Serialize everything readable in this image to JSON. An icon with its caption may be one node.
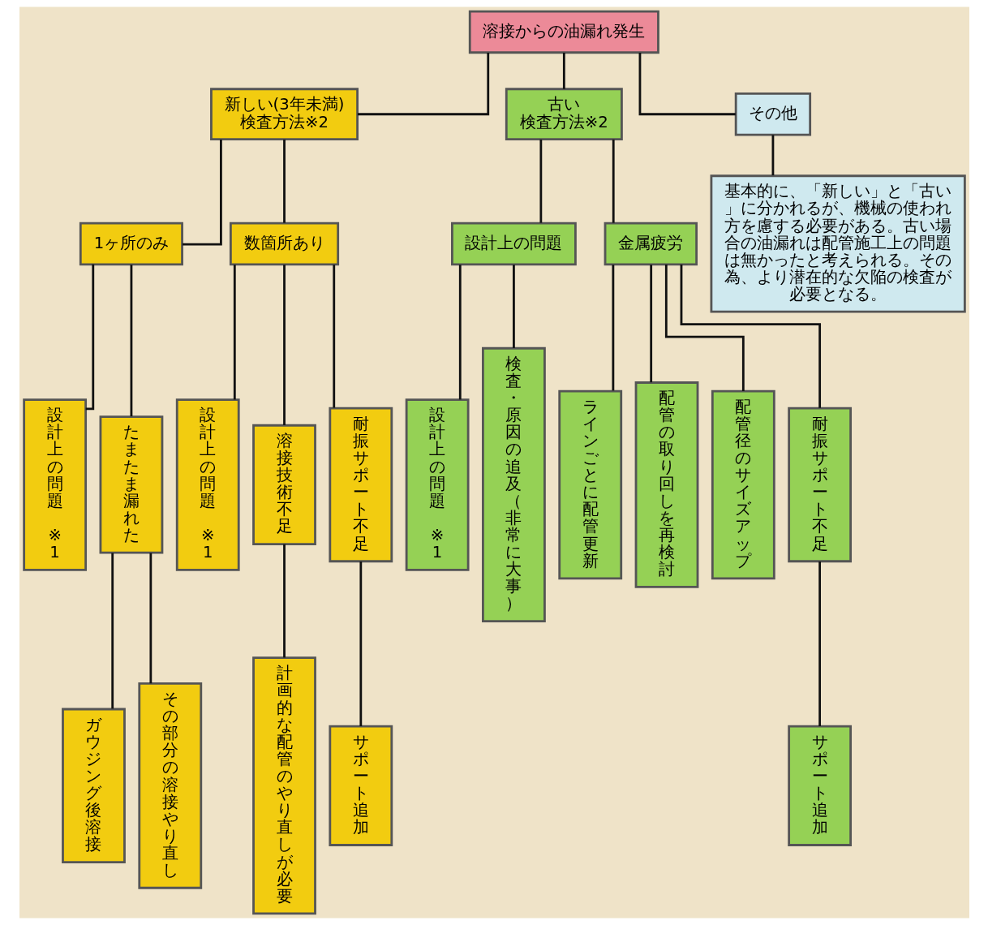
{
  "diagram": {
    "nodes": [
      {
        "text": [
          "溶接からの油漏れ発生"
        ]
      },
      {
        "text": [
          "新しい(3年未満)検査方法※2"
        ]
      },
      {
        "text": [
          "古い検査方法※2"
        ]
      },
      {
        "text": [
          "その他"
        ]
      },
      {
        "text": [
          "1ヶ所のみ"
        ]
      },
      {
        "text": [
          "数箇所あり"
        ]
      },
      {
        "text": [
          "設計上の問題"
        ]
      },
      {
        "text": [
          "金属疲労"
        ]
      },
      {
        "text": [
          "基本的に、「新しい」と「古い」に分かれるが、機械の使われ方を慮する必要がある。古い場合の油漏れは配管施工上の問題は無かったと考えられる。その為、より潜在的な欠陥の検査が必要となる。"
        ]
      },
      {
        "text": [
          "設計上の問題 ※1"
        ]
      },
      {
        "text": [
          "たまたま漏れた"
        ]
      },
      {
        "text": [
          "設計上の問題 ※1"
        ]
      },
      {
        "text": [
          "溶接技術不足"
        ]
      },
      {
        "text": [
          "耐振サポート不足"
        ]
      },
      {
        "text": [
          "設計上の問題 ※1"
        ]
      },
      {
        "text": [
          "検査・原因の追及（非常に大事）"
        ]
      },
      {
        "text": [
          "ラインごとに配管更新"
        ]
      },
      {
        "text": [
          "配管の取り回しを再検討"
        ]
      },
      {
        "text": [
          "配管径のサイズアップ"
        ]
      },
      {
        "text": [
          "耐振サポート不足"
        ]
      },
      {
        "text": [
          "ガウジング後溶接"
        ]
      },
      {
        "text": [
          "その部分の溶接やり直し"
        ]
      },
      {
        "text": [
          "計画的な配管のやり直しが必要"
        ]
      },
      {
        "text": [
          "サポート追加"
        ]
      },
      {
        "text": [
          "サポート追加"
        ]
      }
    ],
    "edges": [
      {
        "from": 0,
        "to": 1,
        "arrow": "none"
      },
      {
        "from": 0,
        "to": 2,
        "arrow": "none"
      },
      {
        "from": 0,
        "to": 3,
        "arrow": "none"
      },
      {
        "from": 1,
        "to": 4,
        "arrow": "none"
      },
      {
        "from": 1,
        "to": 5,
        "arrow": "none"
      },
      {
        "from": 2,
        "to": 6,
        "arrow": "none"
      },
      {
        "from": 2,
        "to": 7,
        "arrow": "none"
      },
      {
        "from": 3,
        "to": 8,
        "arrow": "none"
      },
      {
        "from": 4,
        "to": 9,
        "arrow": "none"
      },
      {
        "from": 4,
        "to": 10,
        "arrow": "none"
      },
      {
        "from": 5,
        "to": 11,
        "arrow": "none"
      },
      {
        "from": 5,
        "to": 12,
        "arrow": "none"
      },
      {
        "from": 5,
        "to": 13,
        "arrow": "none"
      },
      {
        "from": 6,
        "to": 14,
        "arrow": "none"
      },
      {
        "from": 6,
        "to": 15,
        "arrow": "none"
      },
      {
        "from": 7,
        "to": 16,
        "arrow": "none"
      },
      {
        "from": 7,
        "to": 17,
        "arrow": "none"
      },
      {
        "from": 7,
        "to": 18,
        "arrow": "none"
      },
      {
        "from": 7,
        "to": 19,
        "arrow": "none"
      },
      {
        "from": 10,
        "to": 20,
        "arrow": "none"
      },
      {
        "from": 10,
        "to": 21,
        "arrow": "none"
      },
      {
        "from": 12,
        "to": 22,
        "arrow": "none"
      },
      {
        "from": 13,
        "to": 23,
        "arrow": "none"
      },
      {
        "from": 19,
        "to": 24,
        "arrow": "none"
      }
    ]
  }
}
